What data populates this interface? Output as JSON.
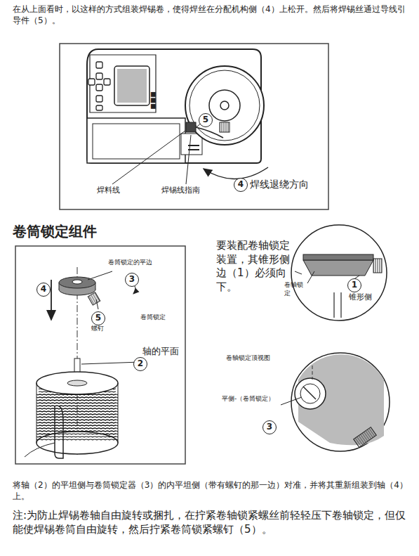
{
  "diagram": {
    "title": "卷筒锁定组件",
    "labels": [
      "在从上面看时，以这样的方式组装焊锡卷，使得焊丝在分配机构侧（4）上松开。然后将焊锡丝通过导线引导件（5）。",
      "5",
      "焊料线",
      "焊锡线指南",
      "4",
      "焊线退绕方向",
      "4",
      "卷筒锁定的平边",
      "3",
      "5",
      "卷筒锁定",
      "螺钉",
      "轴的平面",
      "2",
      "要装配卷轴锁定装置，其锥形侧边（1）必须向下。",
      "卷轴锁定",
      "1",
      "锥形侧",
      "卷轴锁定顶视图",
      "平侧-（卷筒锁定）",
      "3",
      "将轴（2）的平坦侧与卷筒锁定器（3）的内平坦侧（带有螺钉的那一边）对准，并将其重新组装到轴（4）上。",
      "注:为防止焊锡卷轴自由旋转或捆扎，在拧紧卷轴锁紧螺丝前轻轻压下卷轴锁定，但仅能使焊锡卷筒自由旋转，然后拧紧卷筒锁紧螺钉（5）。"
    ]
  }
}
